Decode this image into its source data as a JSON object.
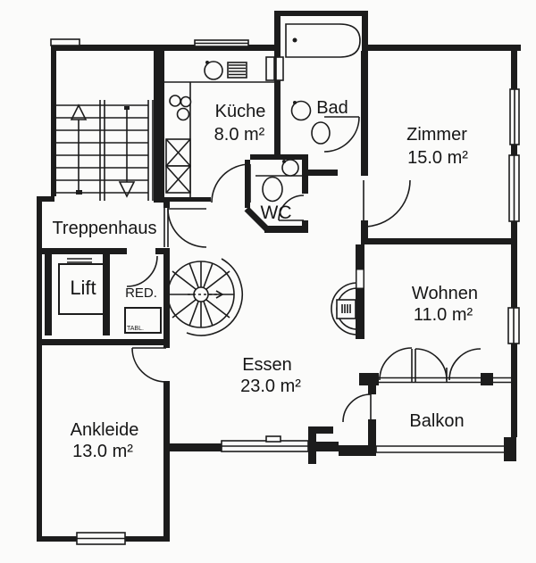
{
  "plan": {
    "type": "apartment-floor-plan",
    "language": "de"
  },
  "colors": {
    "line": "#1c1c1c",
    "background": "#fbfbfa"
  },
  "rooms": {
    "treppenhaus": {
      "name": "Treppenhaus"
    },
    "kueche": {
      "name": "Küche",
      "area": "8.0 m²"
    },
    "bad": {
      "name": "Bad"
    },
    "zimmer": {
      "name": "Zimmer",
      "area": "15.0 m²"
    },
    "wc": {
      "name": "WC"
    },
    "lift": {
      "name": "Lift"
    },
    "reduit": {
      "name": "RED."
    },
    "tableau": {
      "name": "TABL."
    },
    "wohnen": {
      "name": "Wohnen",
      "area": "11.0 m²"
    },
    "essen": {
      "name": "Essen",
      "area": "23.0 m²"
    },
    "ankleide": {
      "name": "Ankleide",
      "area": "13.0 m²"
    },
    "balkon": {
      "name": "Balkon"
    }
  }
}
